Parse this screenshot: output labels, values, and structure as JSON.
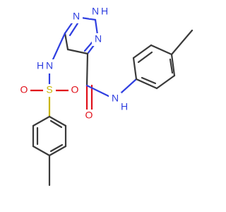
{
  "colors": {
    "carbon": "#3a3a3a",
    "nitrogen": "#2f3fe0",
    "oxygen": "#e0101a",
    "sulfur": "#c8b400"
  },
  "atoms": {
    "n_ring_top_left": "N",
    "n_ring_h": "N",
    "h_ring": "H",
    "n_ring_right": "N",
    "n_sulfonamide": "N",
    "h_sulfonamide": "H",
    "o_left": "O",
    "s_center": "S",
    "o_right": "O",
    "o_carbonyl": "O",
    "n_amide": "N",
    "h_amide": "H"
  }
}
